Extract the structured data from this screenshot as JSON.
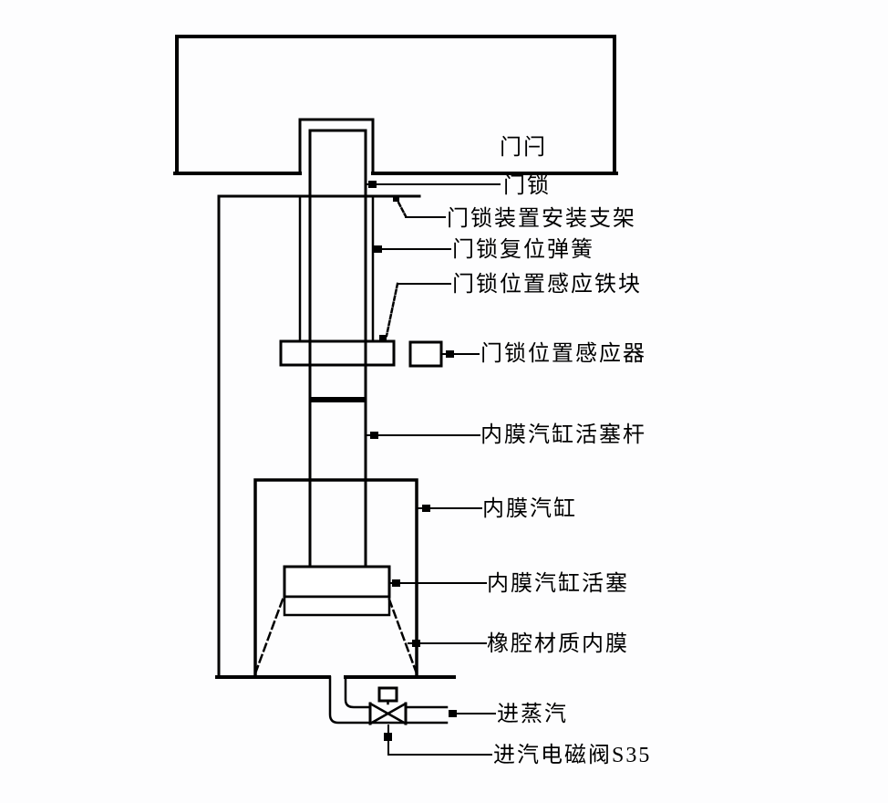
{
  "figure": {
    "type": "technical-schematic",
    "description_visible_text_only": true,
    "colors": {
      "line": "#000000",
      "background": "#ffffff"
    },
    "labels": {
      "door_latch": "门闩",
      "door_lock": "门锁",
      "mount_bracket": "门锁装置安装支架",
      "return_spring": "门锁复位弹簧",
      "sensing_block": "门锁位置感应铁块",
      "position_sensor": "门锁位置感应器",
      "piston_rod": "内膜汽缸活塞杆",
      "cylinder": "内膜汽缸",
      "piston": "内膜汽缸活塞",
      "membrane": "橡腔材质内膜",
      "steam_in": "进蒸汽",
      "solenoid": "进汽电磁阀S35"
    }
  }
}
